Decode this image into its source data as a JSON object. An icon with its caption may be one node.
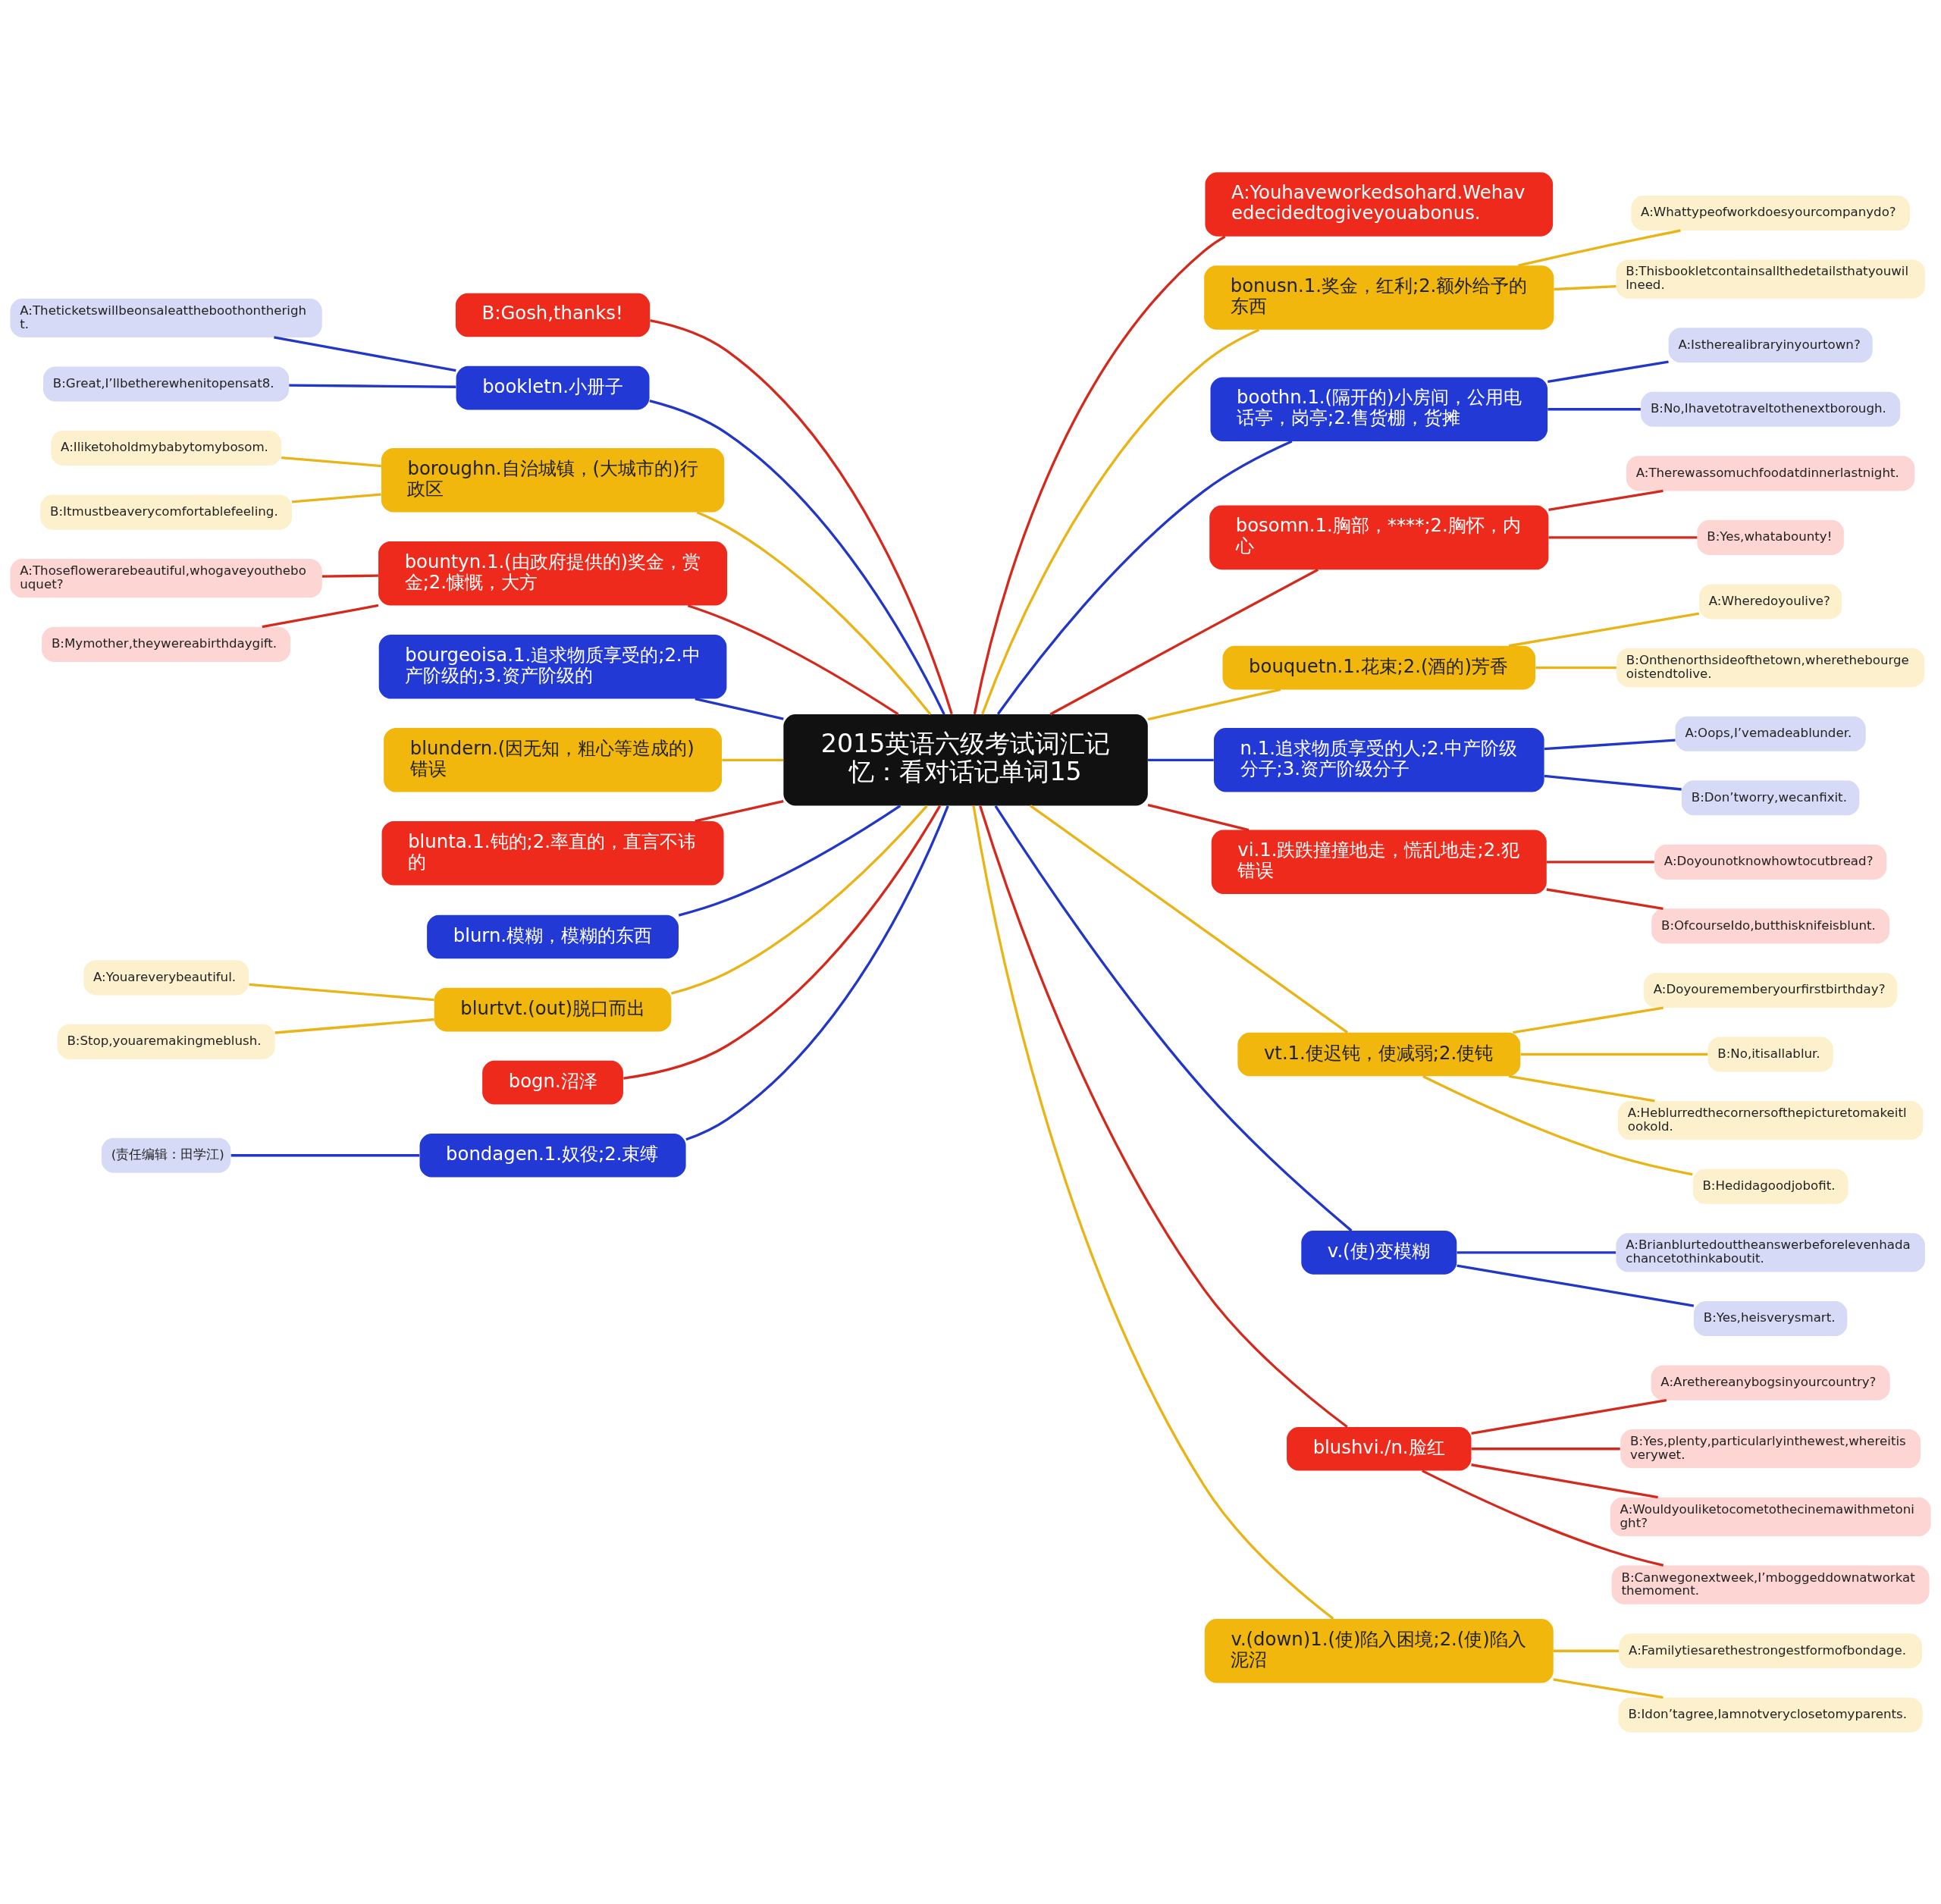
{
  "diagram": {
    "nodes": [
      {
        "text": [
          "2015英语六级考试词汇记忆：看对话记单词15"
        ]
      },
      {
        "text": [
          "A:Youhaveworkedsohard.Wehavedecidedtogiveyouabonus."
        ]
      },
      {
        "text": [
          "bonusn.1.奖金，红利;2.额外给予的东西"
        ]
      },
      {
        "text": [
          "A:Whattypeofworkdoesyourcompanydo?"
        ]
      },
      {
        "text": [
          "B:Thisbookletcontainsallthedetailsthatyouwillneed."
        ]
      },
      {
        "text": [
          "boothn.1.(隔开的)小房间，公用电话亭，岗亭;2.售货棚，货摊"
        ]
      },
      {
        "text": [
          "A:Istherealibraryinyourtown?"
        ]
      },
      {
        "text": [
          "B:No,Ihavetotraveltothenextborough."
        ]
      },
      {
        "text": [
          "bosomn.1.胸部，****;2.胸怀，内心"
        ]
      },
      {
        "text": [
          "A:Therewassomuchfoodatdinnerlastnight."
        ]
      },
      {
        "text": [
          "B:Yes,whatabounty!"
        ]
      },
      {
        "text": [
          "bouquetn.1.花束;2.(酒的)芳香"
        ]
      },
      {
        "text": [
          "A:Wheredoyoulive?"
        ]
      },
      {
        "text": [
          "B:Onthenorthsideofthetown,wherethebourgeoistendtolive."
        ]
      },
      {
        "text": [
          "n.1.追求物质享受的人;2.中产阶级分子;3.资产阶级分子"
        ]
      },
      {
        "text": [
          "A:Oops,I’vemadeablunder."
        ]
      },
      {
        "text": [
          "B:Don’tworry,wecanfixit."
        ]
      },
      {
        "text": [
          "vi.1.跌跌撞撞地走，慌乱地走;2.犯错误"
        ]
      },
      {
        "text": [
          "A:Doyounotknowhowtocutbread?"
        ]
      },
      {
        "text": [
          "B:OfcourseIdo,butthisknifeisblunt."
        ]
      },
      {
        "text": [
          "vt.1.使迟钝，使减弱;2.使钝"
        ]
      },
      {
        "text": [
          "A:Doyourememberyourfirstbirthday?"
        ]
      },
      {
        "text": [
          "B:No,itisallablur."
        ]
      },
      {
        "text": [
          "A:Heblurredthecornersofthepicturetomakeitlookold."
        ]
      },
      {
        "text": [
          "B:Hedidagoodjobofit."
        ]
      },
      {
        "text": [
          "v.(使)变模糊"
        ]
      },
      {
        "text": [
          "A:Brianblurtedouttheanswerbeforelevenhadachancetothinkaboutit."
        ]
      },
      {
        "text": [
          "B:Yes,heisverysmart."
        ]
      },
      {
        "text": [
          "blushvi./n.脸红"
        ]
      },
      {
        "text": [
          "A:Arethereanybogsinyourcountry?"
        ]
      },
      {
        "text": [
          "B:Yes,plenty,particularlyinthewest,whereitisverywet."
        ]
      },
      {
        "text": [
          "A:Wouldyouliketocometothecinemawithmetonight?"
        ]
      },
      {
        "text": [
          "B:Canwegonextweek,I’mboggeddownatworkatthemoment."
        ]
      },
      {
        "text": [
          "v.(down)1.(使)陷入困境;2.(使)陷入泥沼"
        ]
      },
      {
        "text": [
          "A:Familytiesarethestrongestformofbondage."
        ]
      },
      {
        "text": [
          "B:Idon’tagree,Iamnotveryclosetomyparents."
        ]
      },
      {
        "text": [
          "B:Gosh,thanks!"
        ]
      },
      {
        "text": [
          "bookletn.小册子"
        ]
      },
      {
        "text": [
          "A:Theticketswillbeonsaleattheboothontheright."
        ]
      },
      {
        "text": [
          "B:Great,I’llbetherewhenitopensat8."
        ]
      },
      {
        "text": [
          "boroughn.自治城镇，(大城市的)行政区"
        ]
      },
      {
        "text": [
          "A:Iliketoholdmybabytomybosom."
        ]
      },
      {
        "text": [
          "B:Itmustbeaverycomfortablefeeling."
        ]
      },
      {
        "text": [
          "bountyn.1.(由政府提供的)奖金，赏金;2.慷慨，大方"
        ]
      },
      {
        "text": [
          "A:Thoseflowerarebeautiful,whogaveyouthebouquet?"
        ]
      },
      {
        "text": [
          "B:Mymother,theywereabirthdaygift."
        ]
      },
      {
        "text": [
          "bourgeoisa.1.追求物质享受的;2.中产阶级的;3.资产阶级的"
        ]
      },
      {
        "text": [
          "blundern.(因无知，粗心等造成的)错误"
        ]
      },
      {
        "text": [
          "blunta.1.钝的;2.率直的，直言不讳的"
        ]
      },
      {
        "text": [
          "blurn.模糊，模糊的东西"
        ]
      },
      {
        "text": [
          "blurtvt.(out)脱口而出"
        ]
      },
      {
        "text": [
          "A:Youareverybeautiful."
        ]
      },
      {
        "text": [
          "B:Stop,youaremakingmeblush."
        ]
      },
      {
        "text": [
          "bogn.沼泽"
        ]
      },
      {
        "text": [
          "bondagen.1.奴役;2.束缚"
        ]
      },
      {
        "text": [
          "(责任编辑：田学江)"
        ]
      }
    ],
    "edges": [
      {
        "from": 0,
        "to": 1,
        "arrow": "none",
        "color": "#d42a1e"
      },
      {
        "from": 0,
        "to": 2,
        "arrow": "none"
      },
      {
        "from": 2,
        "to": 3,
        "arrow": "none"
      },
      {
        "from": 2,
        "to": 4,
        "arrow": "none"
      },
      {
        "from": 0,
        "to": 5,
        "arrow": "none",
        "color": "#2237c8"
      },
      {
        "from": 5,
        "to": 6,
        "arrow": "none",
        "color": "#2237c8"
      },
      {
        "from": 5,
        "to": 7,
        "arrow": "none",
        "color": "#2237c8"
      },
      {
        "from": 0,
        "to": 8,
        "arrow": "none",
        "color": "#d42a1e"
      },
      {
        "from": 8,
        "to": 9,
        "arrow": "none",
        "color": "#d42a1e"
      },
      {
        "from": 8,
        "to": 10,
        "arrow": "none",
        "color": "#d42a1e"
      },
      {
        "from": 0,
        "to": 11,
        "arrow": "none"
      },
      {
        "from": 11,
        "to": 12,
        "arrow": "none"
      },
      {
        "from": 11,
        "to": 13,
        "arrow": "none"
      },
      {
        "from": 0,
        "to": 14,
        "arrow": "none",
        "color": "#2237c8"
      },
      {
        "from": 14,
        "to": 15,
        "arrow": "none",
        "color": "#2237c8"
      },
      {
        "from": 14,
        "to": 16,
        "arrow": "none",
        "color": "#2237c8"
      },
      {
        "from": 0,
        "to": 17,
        "arrow": "none",
        "color": "#d42a1e"
      },
      {
        "from": 17,
        "to": 18,
        "arrow": "none",
        "color": "#d42a1e"
      },
      {
        "from": 17,
        "to": 19,
        "arrow": "none",
        "color": "#d42a1e"
      },
      {
        "from": 0,
        "to": 20,
        "arrow": "none"
      },
      {
        "from": 20,
        "to": 21,
        "arrow": "none"
      },
      {
        "from": 20,
        "to": 22,
        "arrow": "none"
      },
      {
        "from": 20,
        "to": 23,
        "arrow": "none"
      },
      {
        "from": 20,
        "to": 24,
        "arrow": "none"
      },
      {
        "from": 0,
        "to": 25,
        "arrow": "none",
        "color": "#2237c8"
      },
      {
        "from": 25,
        "to": 26,
        "arrow": "none",
        "color": "#2237c8"
      },
      {
        "from": 25,
        "to": 27,
        "arrow": "none",
        "color": "#2237c8"
      },
      {
        "from": 0,
        "to": 28,
        "arrow": "none",
        "color": "#d42a1e"
      },
      {
        "from": 28,
        "to": 29,
        "arrow": "none",
        "color": "#d42a1e"
      },
      {
        "from": 28,
        "to": 30,
        "arrow": "none",
        "color": "#d42a1e"
      },
      {
        "from": 28,
        "to": 31,
        "arrow": "none",
        "color": "#d42a1e"
      },
      {
        "from": 28,
        "to": 32,
        "arrow": "none",
        "color": "#d42a1e"
      },
      {
        "from": 0,
        "to": 33,
        "arrow": "none"
      },
      {
        "from": 33,
        "to": 34,
        "arrow": "none"
      },
      {
        "from": 33,
        "to": 35,
        "arrow": "none"
      },
      {
        "from": 36,
        "to": 0,
        "arrow": "none",
        "color": "#d42a1e"
      },
      {
        "from": 37,
        "to": 0,
        "arrow": "none",
        "color": "#2237c8"
      },
      {
        "from": 38,
        "to": 37,
        "arrow": "none",
        "color": "#2237c8"
      },
      {
        "from": 39,
        "to": 37,
        "arrow": "none",
        "color": "#2237c8"
      },
      {
        "from": 40,
        "to": 0,
        "arrow": "none"
      },
      {
        "from": 41,
        "to": 40,
        "arrow": "none"
      },
      {
        "from": 42,
        "to": 40,
        "arrow": "none"
      },
      {
        "from": 43,
        "to": 0,
        "arrow": "none",
        "color": "#d42a1e"
      },
      {
        "from": 44,
        "to": 43,
        "arrow": "none",
        "color": "#d42a1e"
      },
      {
        "from": 45,
        "to": 43,
        "arrow": "none",
        "color": "#d42a1e"
      },
      {
        "from": 46,
        "to": 0,
        "arrow": "none",
        "color": "#2237c8"
      },
      {
        "from": 47,
        "to": 0,
        "arrow": "none"
      },
      {
        "from": 48,
        "to": 0,
        "arrow": "none",
        "color": "#d42a1e"
      },
      {
        "from": 49,
        "to": 0,
        "arrow": "none",
        "color": "#2237c8"
      },
      {
        "from": 50,
        "to": 0,
        "arrow": "none"
      },
      {
        "from": 51,
        "to": 50,
        "arrow": "none"
      },
      {
        "from": 52,
        "to": 50,
        "arrow": "none"
      },
      {
        "from": 53,
        "to": 0,
        "arrow": "none",
        "color": "#d42a1e"
      },
      {
        "from": 54,
        "to": 0,
        "arrow": "none",
        "color": "#2237c8"
      },
      {
        "from": 55,
        "to": 54,
        "arrow": "none",
        "color": "#2237c8"
      }
    ]
  }
}
